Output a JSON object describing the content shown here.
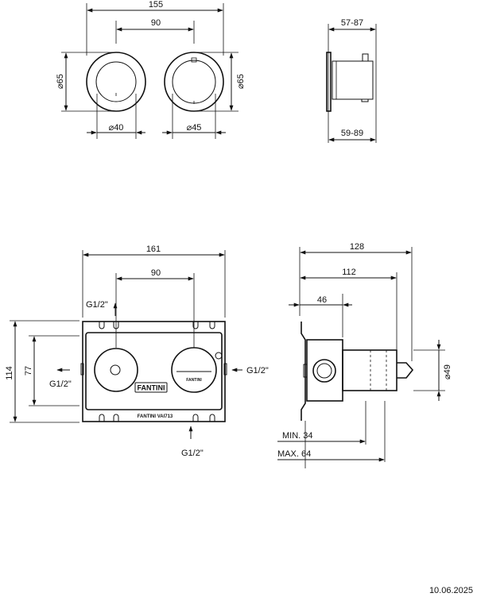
{
  "top_dims": {
    "width_155": "155",
    "spacing_90": "90",
    "depth_57_87": "57-87",
    "diam_65_left": "65",
    "diam_65_right": "65",
    "diam_40": "40",
    "diam_45": "45",
    "depth_59_89": "59-89"
  },
  "box_dims": {
    "width_161": "161",
    "spacing_90": "90",
    "height_114": "114",
    "height_77": "77",
    "width_128": "128",
    "width_112": "112",
    "offset_46": "46",
    "diam_49": "49",
    "min_34": "MIN. 34",
    "max_64": "MAX. 64"
  },
  "ports": {
    "top": "G1/2\"",
    "left": "G1/2\"",
    "right": "G1/2\"",
    "bottom": "G1/2\""
  },
  "labels": {
    "brand_badge": "FANTINI",
    "brand_small": "FANTINI",
    "model": "FANTINI  VAI713"
  },
  "footer": {
    "date": "10.06.2025"
  }
}
